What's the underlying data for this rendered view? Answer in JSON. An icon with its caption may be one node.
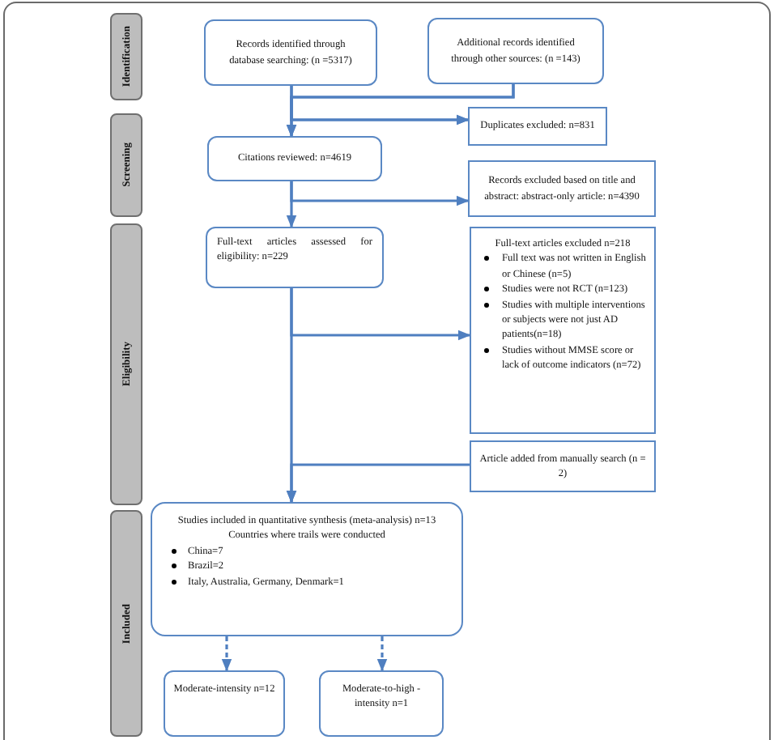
{
  "diagram": {
    "nodes": [
      {
        "text": [
          "Identification"
        ]
      },
      {
        "text": [
          "Screening"
        ]
      },
      {
        "text": [
          "Eligibility"
        ]
      },
      {
        "text": [
          "Included"
        ]
      },
      {
        "text": [
          "Records identified through database searching: (n =5317)"
        ]
      },
      {
        "text": [
          "Additional records identified through other sources: (n =143)"
        ]
      },
      {
        "text": [
          "Duplicates excluded: n=831"
        ]
      },
      {
        "text": [
          "Citations reviewed: n=4619"
        ]
      },
      {
        "text": [
          "Records excluded based on title and abstract: abstract-only article: n=4390"
        ]
      },
      {
        "text": [
          "Full-text articles assessed for eligibility: n=229"
        ]
      },
      {
        "text": [
          "Full-text articles excluded n=218",
          "Full text was not written in English or Chinese (n=5)",
          "Studies were not RCT (n=123)",
          "Studies with multiple interventions or subjects were not just AD patients(n=18)",
          "Studies without MMSE score or lack of outcome indicators (n=72)"
        ]
      },
      {
        "text": [
          "Article added from manually search (n = 2)"
        ]
      },
      {
        "text": [
          "Studies included in quantitative synthesis (meta-analysis) n=13",
          "Countries where trails were conducted",
          "China=7",
          "Brazil=2",
          "Italy, Australia, Germany, Denmark=1"
        ]
      },
      {
        "text": [
          "Moderate-intensity n=12"
        ]
      },
      {
        "text": [
          "Moderate-to-high -intensity n=1"
        ]
      }
    ],
    "edges": [
      {
        "from": 4,
        "to": 7,
        "arrow": "to"
      },
      {
        "from": 5,
        "to": 7,
        "arrow": "to"
      },
      {
        "from": 4,
        "to": 6,
        "arrow": "to"
      },
      {
        "from": 5,
        "to": 6,
        "arrow": "to"
      },
      {
        "from": 7,
        "to": 9,
        "arrow": "to"
      },
      {
        "from": 7,
        "to": 8,
        "arrow": "to"
      },
      {
        "from": 9,
        "to": 12,
        "arrow": "to"
      },
      {
        "from": 9,
        "to": 10,
        "arrow": "to"
      },
      {
        "from": 11,
        "to": 12,
        "arrow": "to"
      },
      {
        "from": 12,
        "to": 13,
        "arrow": "to",
        "style": "dashed"
      },
      {
        "from": 12,
        "to": 14,
        "arrow": "to",
        "style": "dashed"
      }
    ]
  }
}
